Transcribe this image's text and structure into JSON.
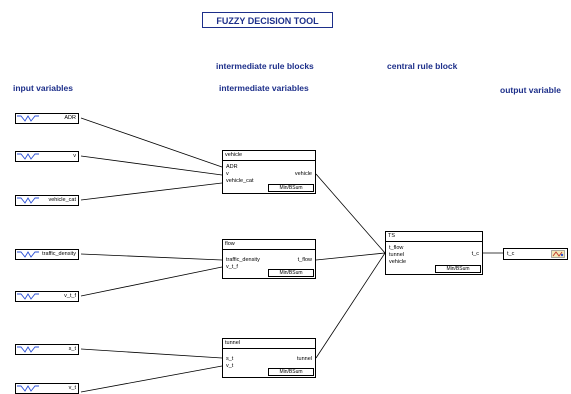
{
  "title": "FUZZY DECISION TOOL",
  "headings": {
    "input_variables": "input variables",
    "intermediate_rule_blocks": "intermediate rule blocks",
    "intermediate_variables": "intermediate variables",
    "central_rule_block": "central rule block",
    "output_variable": "output variable"
  },
  "inputs": {
    "adr": "ADR",
    "v": "v",
    "vehicle_cat": "vehicle_cat",
    "traffic_density": "traffic_density",
    "v_t_f": "v_t_f",
    "s_t": "s_t",
    "v_t": "v_t"
  },
  "blocks": {
    "vehicle": {
      "name": "vehicle",
      "inputs": [
        "ADR",
        "v",
        "vehicle_cat"
      ],
      "output": "vehicle",
      "method": "Min/BSum"
    },
    "flow": {
      "name": "flow",
      "inputs": [
        "traffic_density",
        "v_t_f"
      ],
      "output": "t_flow",
      "method": "Min/BSum"
    },
    "tunnel": {
      "name": "tunnel",
      "inputs": [
        "s_t",
        "v_t"
      ],
      "output": "tunnel",
      "method": "Min/BSum"
    },
    "ts": {
      "name": "TS",
      "inputs": [
        "t_flow",
        "tunnel",
        "vehicle"
      ],
      "output": "t_c",
      "method": "Min/BSum"
    }
  },
  "output": {
    "label": "t_c"
  },
  "colors": {
    "heading": "#1d2f8a",
    "wire": "#000000"
  }
}
